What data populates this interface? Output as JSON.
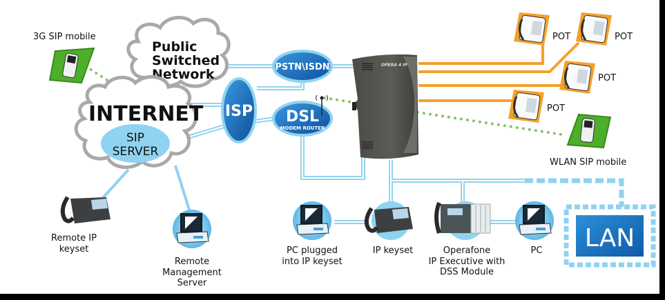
{
  "diagram": {
    "colors": {
      "lan_line": "#8fd3f0",
      "pot_line": "#f5a02a",
      "wireless_dots": "#8cc06a",
      "oval_blue": "#1a6fc0",
      "cloud_gray": "#a9a9a9",
      "mobile_green": "#4caf2a",
      "lan_box": "#1a7ac9"
    },
    "clouds": {
      "pstn": {
        "lines": [
          "Public",
          "Switched",
          "Network"
        ]
      },
      "internet": {
        "label": "INTERNET",
        "sip_server": [
          "SIP",
          "SERVER"
        ]
      }
    },
    "ovals": {
      "pstn_isdn": "PSTN\\ISDN",
      "isp": "ISP",
      "dsl": "DSL",
      "dsl_sub": "MODEM ROUTER"
    },
    "pbx": {
      "brand": "OPERA 4 IP"
    },
    "labels": {
      "mobile_3g": "3G SIP mobile",
      "mobile_wlan": "WLAN SIP mobile",
      "pot": "POT",
      "remote_ip_keyset": [
        "Remote IP",
        "keyset"
      ],
      "remote_mgmt": [
        "Remote",
        "Management",
        "Server"
      ],
      "pc_plugged": [
        "PC plugged",
        "into IP keyset"
      ],
      "ip_keyset": "IP keyset",
      "operafone": [
        "Operafone",
        "IP Executive with",
        "DSS Module"
      ],
      "pc": "PC",
      "lan": "LAN"
    }
  }
}
